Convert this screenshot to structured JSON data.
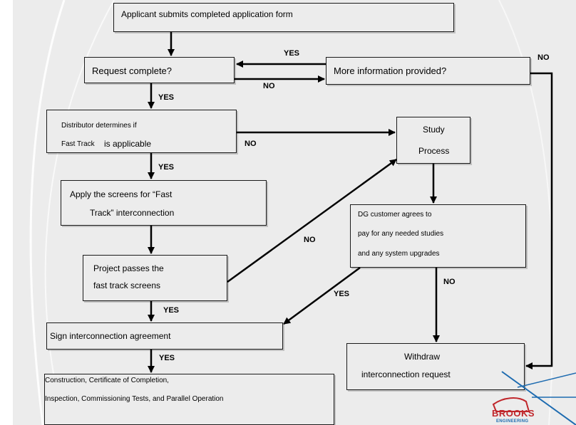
{
  "colors": {
    "background": "#ececec",
    "box_border": "#1a1a1a",
    "arrow": "#000000",
    "logo_red": "#c0262b",
    "logo_blue": "#1d6bb0"
  },
  "nodes": {
    "applicant": {
      "text": "Applicant submits completed application form"
    },
    "request_complete": {
      "text": "Request complete?"
    },
    "more_info": {
      "text": "More information provided?"
    },
    "distributor": {
      "line1": "Distributor determines if",
      "line2_small": "Fast Track",
      "line2_large": "is applicable"
    },
    "study": {
      "line1": "Study",
      "line2": "Process"
    },
    "screens": {
      "line1": "Apply the screens for “Fast",
      "line2": "Track” interconnection"
    },
    "dg_customer": {
      "line1": "DG customer agrees to",
      "line2": "pay for any needed studies",
      "line3": "and any system upgrades"
    },
    "passes": {
      "line1": "Project passes the",
      "line2": "fast track screens"
    },
    "sign": {
      "text": "Sign interconnection agreement"
    },
    "construction": {
      "line1": "Construction, Certificate of Completion,",
      "line2": "Inspection, Commissioning Tests, and Parallel Operation"
    },
    "withdraw": {
      "line1": "Withdraw",
      "line2": "interconnection request"
    }
  },
  "edge_labels": {
    "more_to_request_yes": "YES",
    "request_to_more_no": "NO",
    "more_info_no": "NO",
    "request_to_distributor_yes": "YES",
    "distributor_to_study_no": "NO",
    "distributor_to_screens_yes": "YES",
    "passes_to_study_no": "NO",
    "dg_to_sign_yes": "YES",
    "dg_to_withdraw_no": "NO",
    "passes_to_sign_yes": "YES",
    "sign_to_construction_yes": "YES"
  },
  "logo": {
    "name": "BROOKS",
    "sub": "ENGINEERING"
  }
}
